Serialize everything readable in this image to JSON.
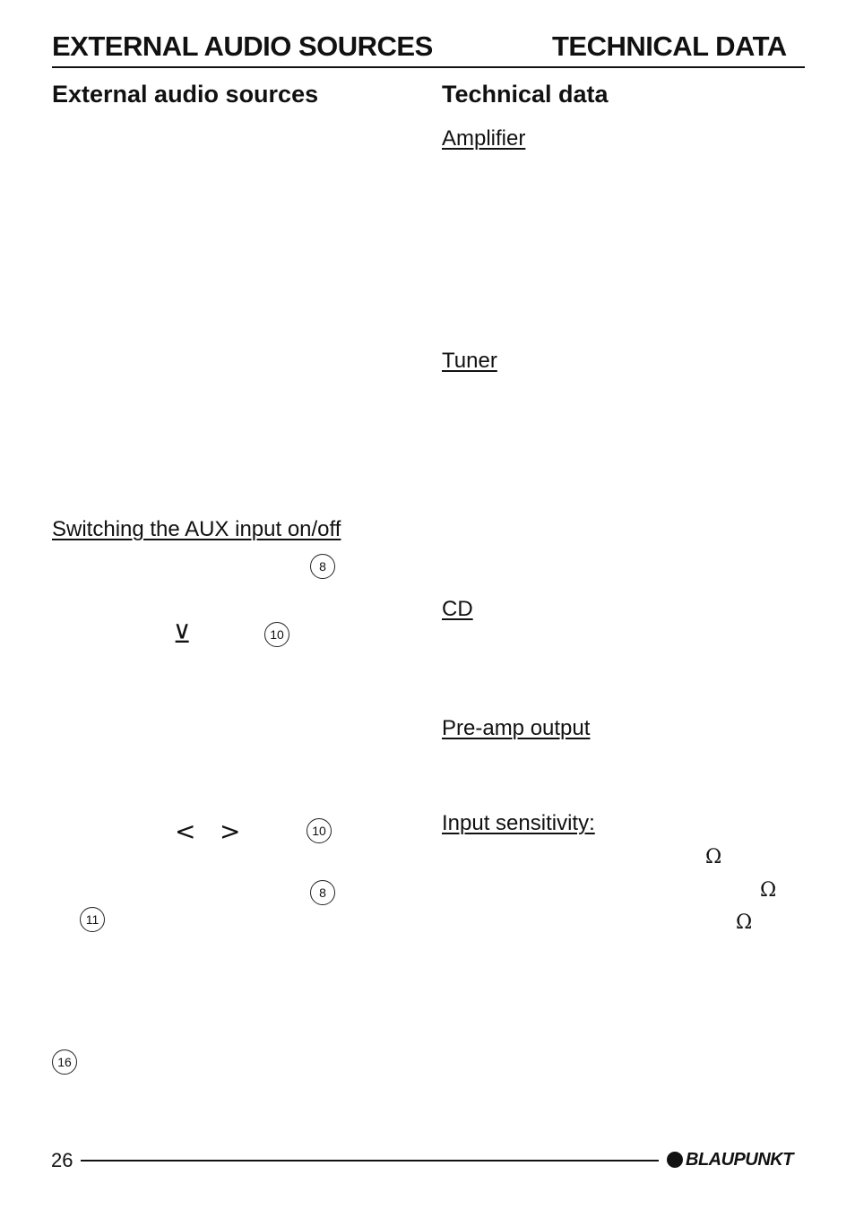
{
  "header": {
    "left": "EXTERNAL AUDIO SOURCES",
    "right": "TECHNICAL DATA"
  },
  "left_column": {
    "title": "External audio sources",
    "subsection": "Switching the AUX input on/off",
    "markers": {
      "m1": "8",
      "m2": "10",
      "m3": "10",
      "m4": "8",
      "m5": "11",
      "m6": "16"
    },
    "glyphs": {
      "down": "⊻",
      "left": "<",
      "right": ">"
    }
  },
  "right_column": {
    "title": "Technical data",
    "subsections": {
      "amplifier": "Amplifier",
      "tuner": "Tuner",
      "cd": "CD",
      "preamp": "Pre-amp output",
      "input": "Input sensitivity:"
    },
    "omega": "Ω"
  },
  "footer": {
    "page_number": "26",
    "brand": "BLAUPUNKT"
  }
}
